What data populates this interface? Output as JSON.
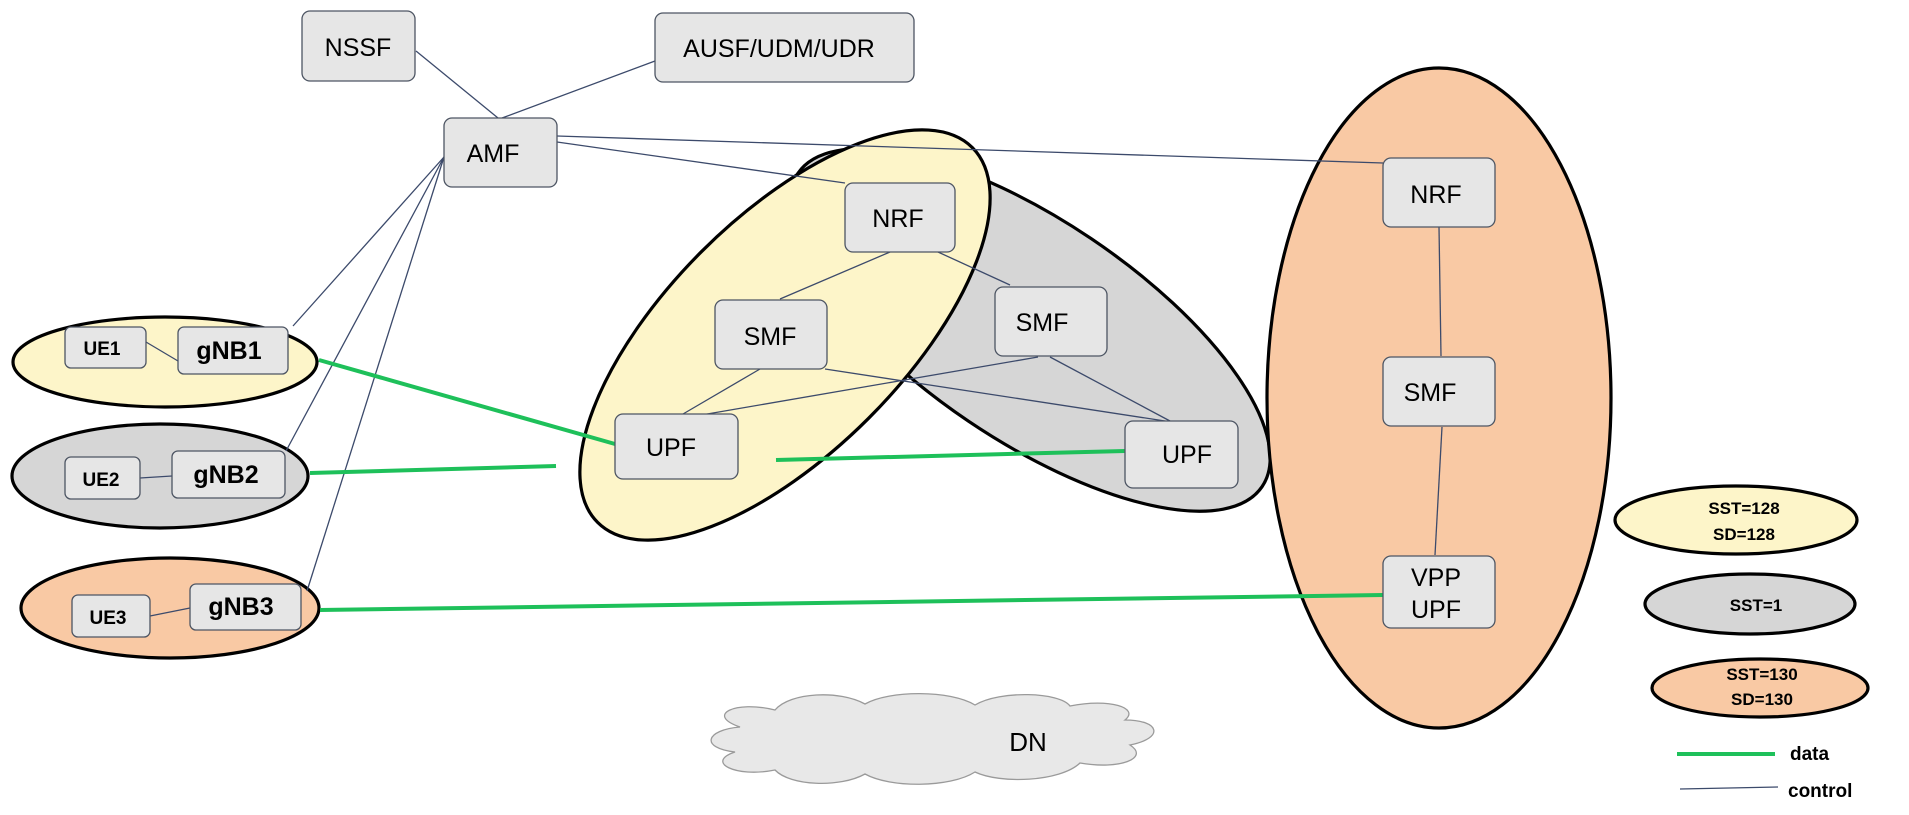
{
  "colors": {
    "slice_128": "#fdf5c9",
    "slice_1": "#d6d6d6",
    "slice_130": "#f9c9a4",
    "node_fill": "#e6e6e6",
    "data_line": "#1ec05a",
    "control_line": "#3c4a6b",
    "cloud_fill": "#e8e8e8"
  },
  "nodes": {
    "nssf": "NSSF",
    "ausf": "AUSF/UDM/UDR",
    "amf": "AMF",
    "nrf_a": "NRF",
    "smf_a": "SMF",
    "smf_b": "SMF",
    "upf_a": "UPF",
    "upf_b": "UPF",
    "nrf_c": "NRF",
    "smf_c": "SMF",
    "vpp_line1": "VPP",
    "vpp_line2": "UPF",
    "ue1": "UE1",
    "gnb1": "gNB1",
    "ue2": "UE2",
    "gnb2": "gNB2",
    "ue3": "UE3",
    "gnb3": "gNB3",
    "dn": "DN"
  },
  "legend": {
    "slice_128_line1": "SST=128",
    "slice_128_line2": "SD=128",
    "slice_1": "SST=1",
    "slice_130_line1": "SST=130",
    "slice_130_line2": "SD=130",
    "data": "data",
    "control": "control"
  }
}
